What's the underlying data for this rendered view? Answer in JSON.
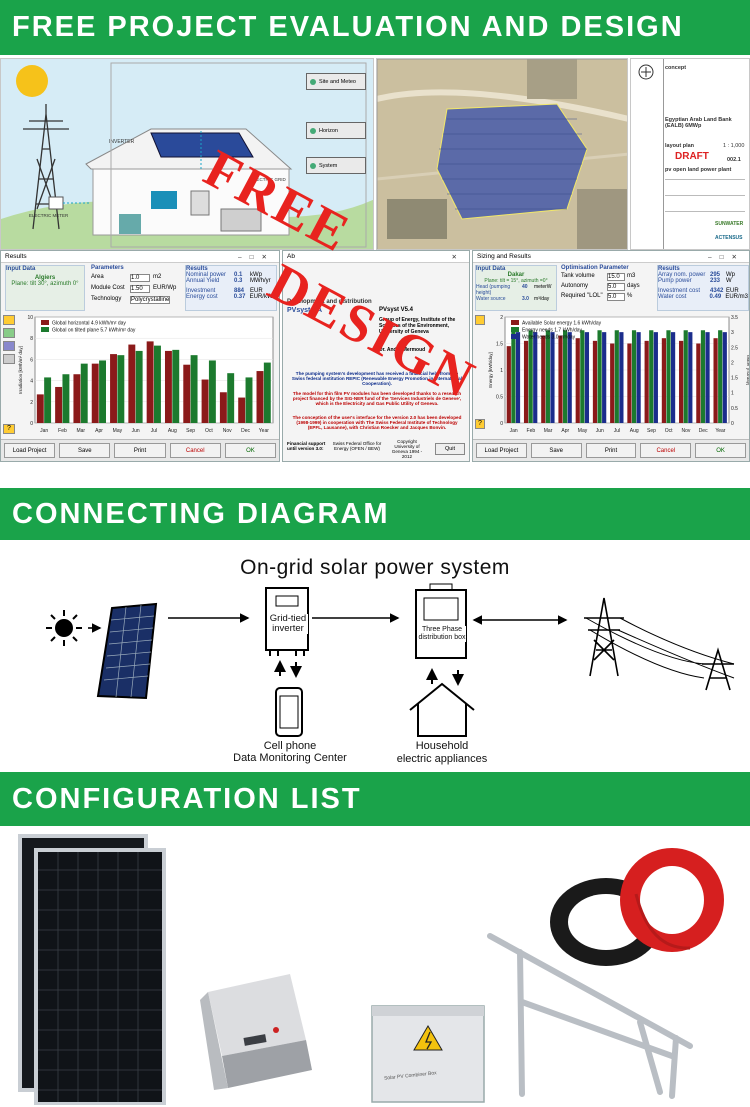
{
  "sections": {
    "evaluation_title": "FREE PROJECT EVALUATION AND DESIGN",
    "diagram_title": "CONNECTING DIAGRAM",
    "config_title": "CONFIGURATION LIST"
  },
  "watermark": {
    "line1": "FREE",
    "line2": "DESIGN",
    "color": "#e8231f"
  },
  "colors": {
    "banner": "#1aa34a",
    "bar_dark": "#8b1a1a",
    "bar_green": "#1c7a2e",
    "bar_blue": "#1b2d8c"
  },
  "pvsyst_menu": {
    "items": [
      "Site and Meteo",
      "Horizon",
      "System"
    ]
  },
  "house_labels": {
    "inverter": "INVERTER",
    "meter": "ELECTRIC METER",
    "grid": "ELECTRIC GRID"
  },
  "draft_doc": {
    "name": "concept",
    "company": "Egyptian Arab Land Bank (EALB) 6MWp",
    "plan": "layout plan",
    "scale": "1 : 1,000",
    "sheet": "002.1",
    "title": "pv open land power plant",
    "stamp": "DRAFT",
    "logo": "SUNWATER",
    "logo2": "ACTENSUS"
  },
  "results_window": {
    "title": "Results",
    "input_header": "Input Data",
    "location": "Algiers",
    "plane": "Plane: tilt 30°, azimuth 0°",
    "params_header": "Parameters",
    "area_label": "Area",
    "area_value": "1.0",
    "area_unit": "m2",
    "cost_label": "Module Cost",
    "cost_value": "1.50",
    "cost_unit": "EUR/Wp",
    "tech_label": "Technology",
    "tech_value": "Polycrystalline",
    "results_header": "Results",
    "nominal_label": "Nominal power",
    "nominal_value": "0.1",
    "nominal_unit": "kWp",
    "yield_label": "Annual Yield",
    "yield_value": "0.3",
    "yield_unit": "MWh/yr",
    "invest_label": "Investment",
    "invest_value": "884",
    "invest_unit": "EUR",
    "energy_label": "Energy cost",
    "energy_value": "0.37",
    "energy_unit": "EUR/kWh",
    "buttons": [
      "Load Project",
      "Save",
      "Print",
      "Cancel",
      "OK"
    ]
  },
  "about_window": {
    "title": "Ab",
    "product": "PVsyst SA",
    "version": "PVsyst V5.4",
    "dev_header": "Development and distribution",
    "author": "Dr. André Mermoud",
    "group": "Group of Energy, Institute of the Sciences of the Environment, University of Geneva",
    "p1": "The pumping system's development has received a financial help from the Swiss federal institution REPIC (Renewable Energy Promotion in International Cooperation).",
    "p2": "The model for thin film PV modules has been developed thanks to a research project financed by the SIG-NER fund of the 'Services Industriels de Geneve', which is the Electricity and Gas Public Utility of Geneva.",
    "p3": "The conception of the user's interface for the version 2.0 has been developed (1998-1999) in cooperation with The Swiss Federal Institute of Technology (EPFL, Lausanne), with Christian Roecker and Jacques Bonvin.",
    "support_label": "Financial support until version 3.0:",
    "support_value": "Swiss Federal Office for Energy (OFEN / BEW)",
    "copyright": "Copyright University of Geneva 1994 - 2012",
    "button": "Quit"
  },
  "sizing_window": {
    "title": "Sizing and Results",
    "input_header": "Input Data",
    "location": "Dakar",
    "plane": "Plane: tilt = 15°, azimuth =0°",
    "head_label": "Head (pumping height)",
    "head_value": "40",
    "head_unit": "meterW",
    "source_label": "Water source",
    "source_value": "3.0",
    "source_unit": "m³/day",
    "opt_header": "Optimisation Parameter",
    "tank_label": "Tank volume",
    "tank_value": "15.0",
    "tank_unit": "m3",
    "autonomy_label": "Autonomy",
    "autonomy_value": "5.0",
    "autonomy_unit": "days",
    "lol_label": "Required \"LOL\"",
    "lol_value": "5.0",
    "lol_unit": "%",
    "results_header": "Results",
    "array_label": "Array nom. power",
    "array_value": "295",
    "array_unit": "Wp",
    "pump_label": "Pump power",
    "pump_value": "233",
    "pump_unit": "W",
    "invest_label": "Investment cost",
    "invest_value": "4342",
    "invest_unit": "EUR",
    "water_label": "Water cost",
    "water_value": "0.49",
    "water_unit": "EUR/m3",
    "buttons": [
      "Load Project",
      "Save",
      "Print",
      "Cancel",
      "OK"
    ]
  },
  "chart_data": [
    {
      "type": "bar",
      "categories": [
        "Jan",
        "Feb",
        "Mar",
        "Apr",
        "May",
        "Jun",
        "Jul",
        "Aug",
        "Sep",
        "Oct",
        "Nov",
        "Dec",
        "Year"
      ],
      "series": [
        {
          "name": "Global horizontal   4.9 kWh/m² day",
          "values": [
            2.7,
            3.4,
            4.6,
            5.6,
            6.5,
            7.4,
            7.7,
            6.8,
            5.5,
            4.1,
            2.9,
            2.4,
            4.9
          ]
        },
        {
          "name": "Global on tilted plane   5.7 kWh/m² day",
          "values": [
            4.3,
            4.6,
            5.6,
            5.9,
            6.4,
            6.8,
            7.3,
            6.9,
            6.4,
            5.9,
            4.7,
            4.3,
            5.7
          ]
        }
      ],
      "ylabel": "Irradiation [kWh/m² day]",
      "ylim": [
        0,
        10
      ],
      "legend": "top-left"
    },
    {
      "type": "bar",
      "categories": [
        "Jan",
        "Feb",
        "Mar",
        "Apr",
        "May",
        "Jun",
        "Jul",
        "Aug",
        "Sep",
        "Oct",
        "Nov",
        "Dec",
        "Year"
      ],
      "series": [
        {
          "name": "Available Solar energy  1.6 kWh/day",
          "values": [
            1.45,
            1.55,
            1.65,
            1.65,
            1.6,
            1.55,
            1.5,
            1.5,
            1.55,
            1.6,
            1.55,
            1.5,
            1.6
          ]
        },
        {
          "name": "Energy needs  1.7 kWh/day",
          "values": [
            1.75,
            1.75,
            1.75,
            1.75,
            1.75,
            1.75,
            1.75,
            1.75,
            1.75,
            1.75,
            1.75,
            1.75,
            1.75
          ]
        },
        {
          "name": "Water needs  3.0 m³/day",
          "values": [
            3.0,
            3.0,
            3.0,
            3.0,
            3.0,
            3.0,
            3.0,
            3.0,
            3.0,
            3.0,
            3.0,
            3.0,
            3.0
          ]
        }
      ],
      "ylabel": "Energy [kWh/day]",
      "ylabel_right": "Water [m3/day]",
      "ylim": [
        0,
        2.0
      ],
      "ylim_right": [
        0,
        3.5
      ],
      "legend": "top-left"
    }
  ],
  "diagram": {
    "title": "On-grid solar power system",
    "inverter_label": "Grid-tied inverter",
    "box_label": "Three Phase distribution box",
    "phone_label_1": "Cell phone",
    "phone_label_2": "Data Monitoring Center",
    "house_label_1": "Household",
    "house_label_2": "electric appliances"
  },
  "products": {
    "combiner_label": "Solar PV Combiner Box"
  }
}
